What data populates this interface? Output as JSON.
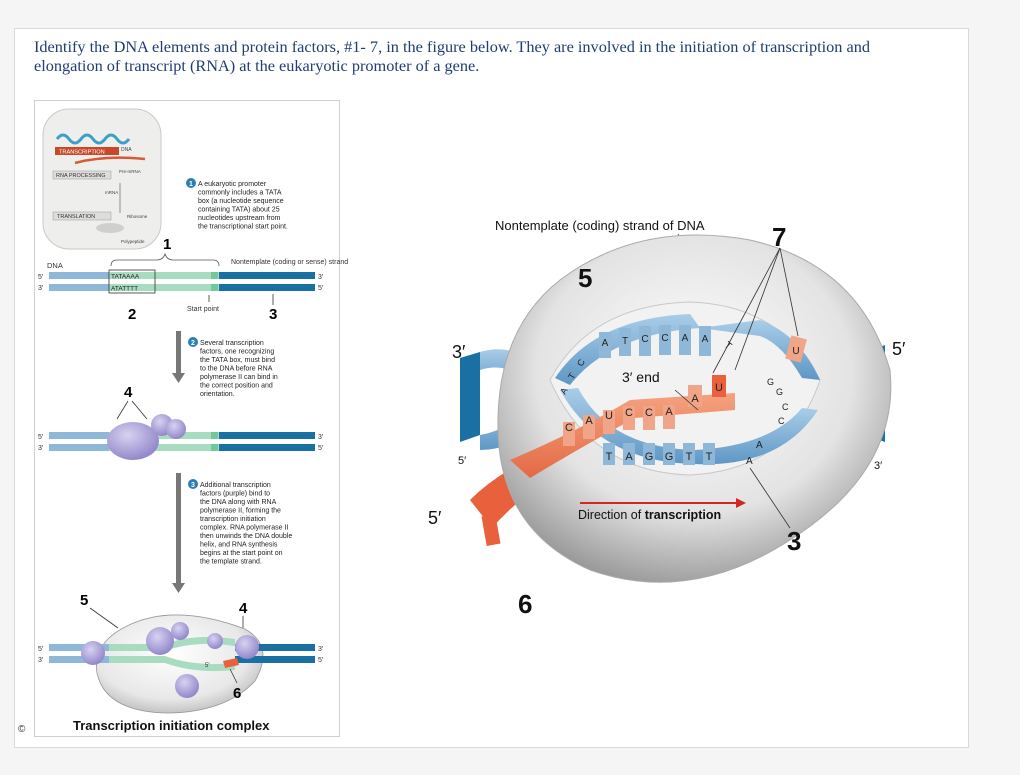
{
  "question": "Identify the DNA elements and protein factors, #1- 7, in the figure below. They are involved in the initiation of transcription and elongation of transcript (RNA) at the eukaryotic promoter of a gene.",
  "copyright": "©",
  "inset": {
    "dna": "DNA",
    "transcription": "TRANSCRIPTION",
    "rna_processing": "RNA PROCESSING",
    "pre_mrna": "Pre-mRNA",
    "mrna": "mRNA",
    "translation": "TRANSLATION",
    "ribosome": "Ribosome",
    "polypeptide": "Polypeptide"
  },
  "steps": {
    "step1": {
      "num": "1",
      "lines": [
        "A eukaryotic promoter",
        "commonly includes a TATA",
        "box (a nucleotide sequence",
        "containing TATA) about 25",
        "nucleotides upstream from",
        "the transcriptional start point."
      ]
    },
    "step2": {
      "num": "2",
      "lines": [
        "Several transcription",
        "factors, one recognizing",
        "the TATA box, must bind",
        "to the DNA before RNA",
        "polymerase II can bind in",
        "the correct position and",
        "orientation."
      ]
    },
    "step3": {
      "num": "3",
      "lines": [
        "Additional transcription",
        "factors (purple) bind to",
        "the DNA along with RNA",
        "polymerase II, forming the",
        "transcription initiation",
        "complex. RNA polymerase II",
        "then unwinds the DNA double",
        "helix, and RNA synthesis",
        "begins at the start point on",
        "the template strand."
      ]
    }
  },
  "left": {
    "dna_label": "DNA",
    "nontemplate_label": "Nontemplate (coding or sense) strand",
    "tata_top": "TATAAAA",
    "tata_bottom": "ATATTTT",
    "start_point": "Start point",
    "five_prime": "5′",
    "three_prime": "3′",
    "labels": {
      "l1": "1",
      "l2": "2",
      "l3": "3",
      "l4a": "4",
      "l4b": "4",
      "l5": "5",
      "l6": "6"
    },
    "complex_caption": "Transcription initiation complex"
  },
  "right": {
    "nontemplate_title": "Nontemplate (coding) strand of DNA",
    "three_end": "3′ end",
    "direction_prefix": "Direction of ",
    "direction_bold": "transcription",
    "five_prime": "5′",
    "three_prime": "3′",
    "labels": {
      "r3": "3",
      "r5": "5",
      "r6": "6",
      "r7": "7"
    },
    "top_bases": [
      "A",
      "T",
      "C",
      "C",
      "A",
      "A",
      "T",
      "U"
    ],
    "left_bases": [
      "A",
      "T",
      "C"
    ],
    "rna_bases": [
      "C",
      "A",
      "U",
      "C",
      "C",
      "A",
      "A",
      "U"
    ],
    "bottom_bases": [
      "T",
      "A",
      "G",
      "G",
      "T",
      "T",
      "A",
      "A"
    ],
    "right_bases": [
      "G",
      "G",
      "C",
      "C"
    ]
  },
  "colors": {
    "dna_dark_blue": "#1a6fa3",
    "dna_light_blue": "#8fb8d8",
    "promoter_green": "#a8dcc0",
    "rna_orange": "#e8603c",
    "factor_purple": "#a59bd6",
    "question_text": "#1f3c73"
  }
}
